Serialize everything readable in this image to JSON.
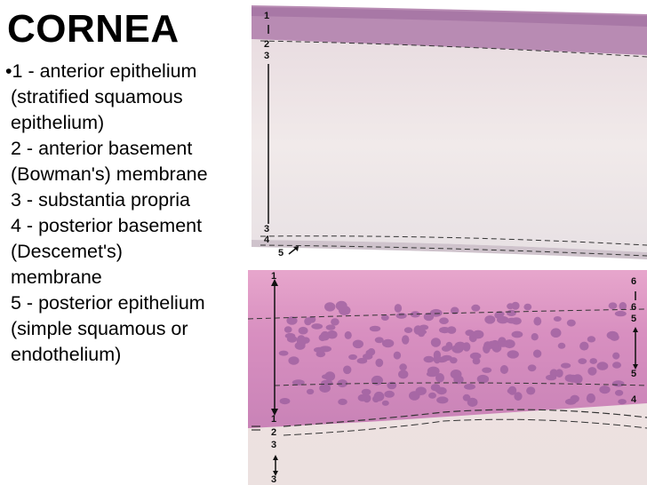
{
  "title": "CORNEA",
  "legend": [
    "•1 - anterior epithelium",
    "(stratified squamous",
    "epithelium)",
    "2 - anterior basement",
    "(Bowman's) membrane",
    "3 - substantia propria",
    "4 - posterior basement",
    "(Descemet's)",
    "membrane",
    "5 - posterior epithelium",
    "(simple squamous or",
    "endothelium)"
  ],
  "colors": {
    "epithelium_pink": "#d98fc0",
    "stroma": "#ede4e6",
    "nuclei": "#9a5d9e",
    "dash": "#333333"
  },
  "top_micrograph": {
    "labels": {
      "l1": "1",
      "l2": "2",
      "l3a": "3",
      "l3b": "3",
      "l4": "4",
      "l5": "5"
    }
  },
  "bottom_micrograph": {
    "labels": {
      "l1a": "1",
      "l1b": "1",
      "l2": "2",
      "l3a": "3",
      "l3b": "3",
      "r6a": "6",
      "r6b": "6",
      "r5a": "5",
      "r5b": "5",
      "r4": "4"
    }
  }
}
